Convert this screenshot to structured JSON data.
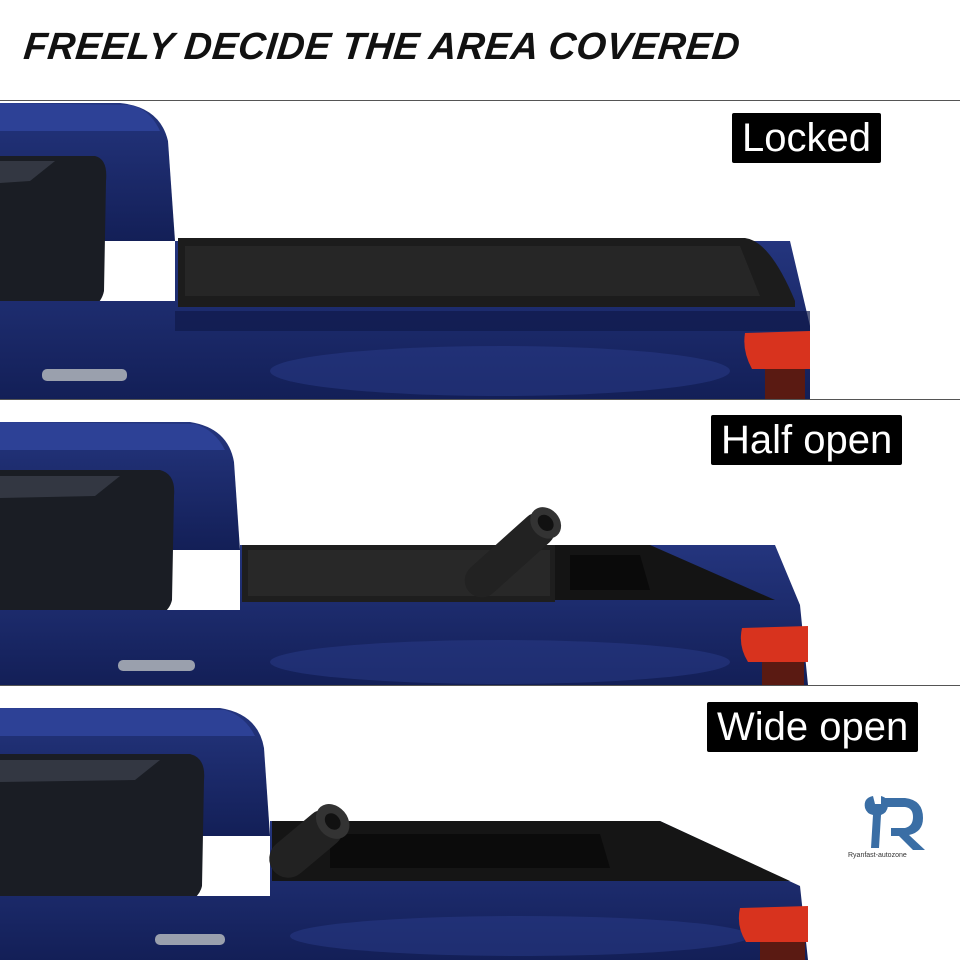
{
  "headline": "FREELY DECIDE THE AREA COVERED",
  "panels": [
    {
      "label": "Locked"
    },
    {
      "label": "Half open"
    },
    {
      "label": "Wide open"
    }
  ],
  "brand": {
    "caption": "Ryanfast-autozone"
  },
  "colors": {
    "truck_body": "#1b2a6b",
    "truck_dark": "#0f1a4a",
    "cover": "#1a1a1a",
    "tail_light": "#d8331e",
    "logo_blue": "#3a6ea5"
  }
}
